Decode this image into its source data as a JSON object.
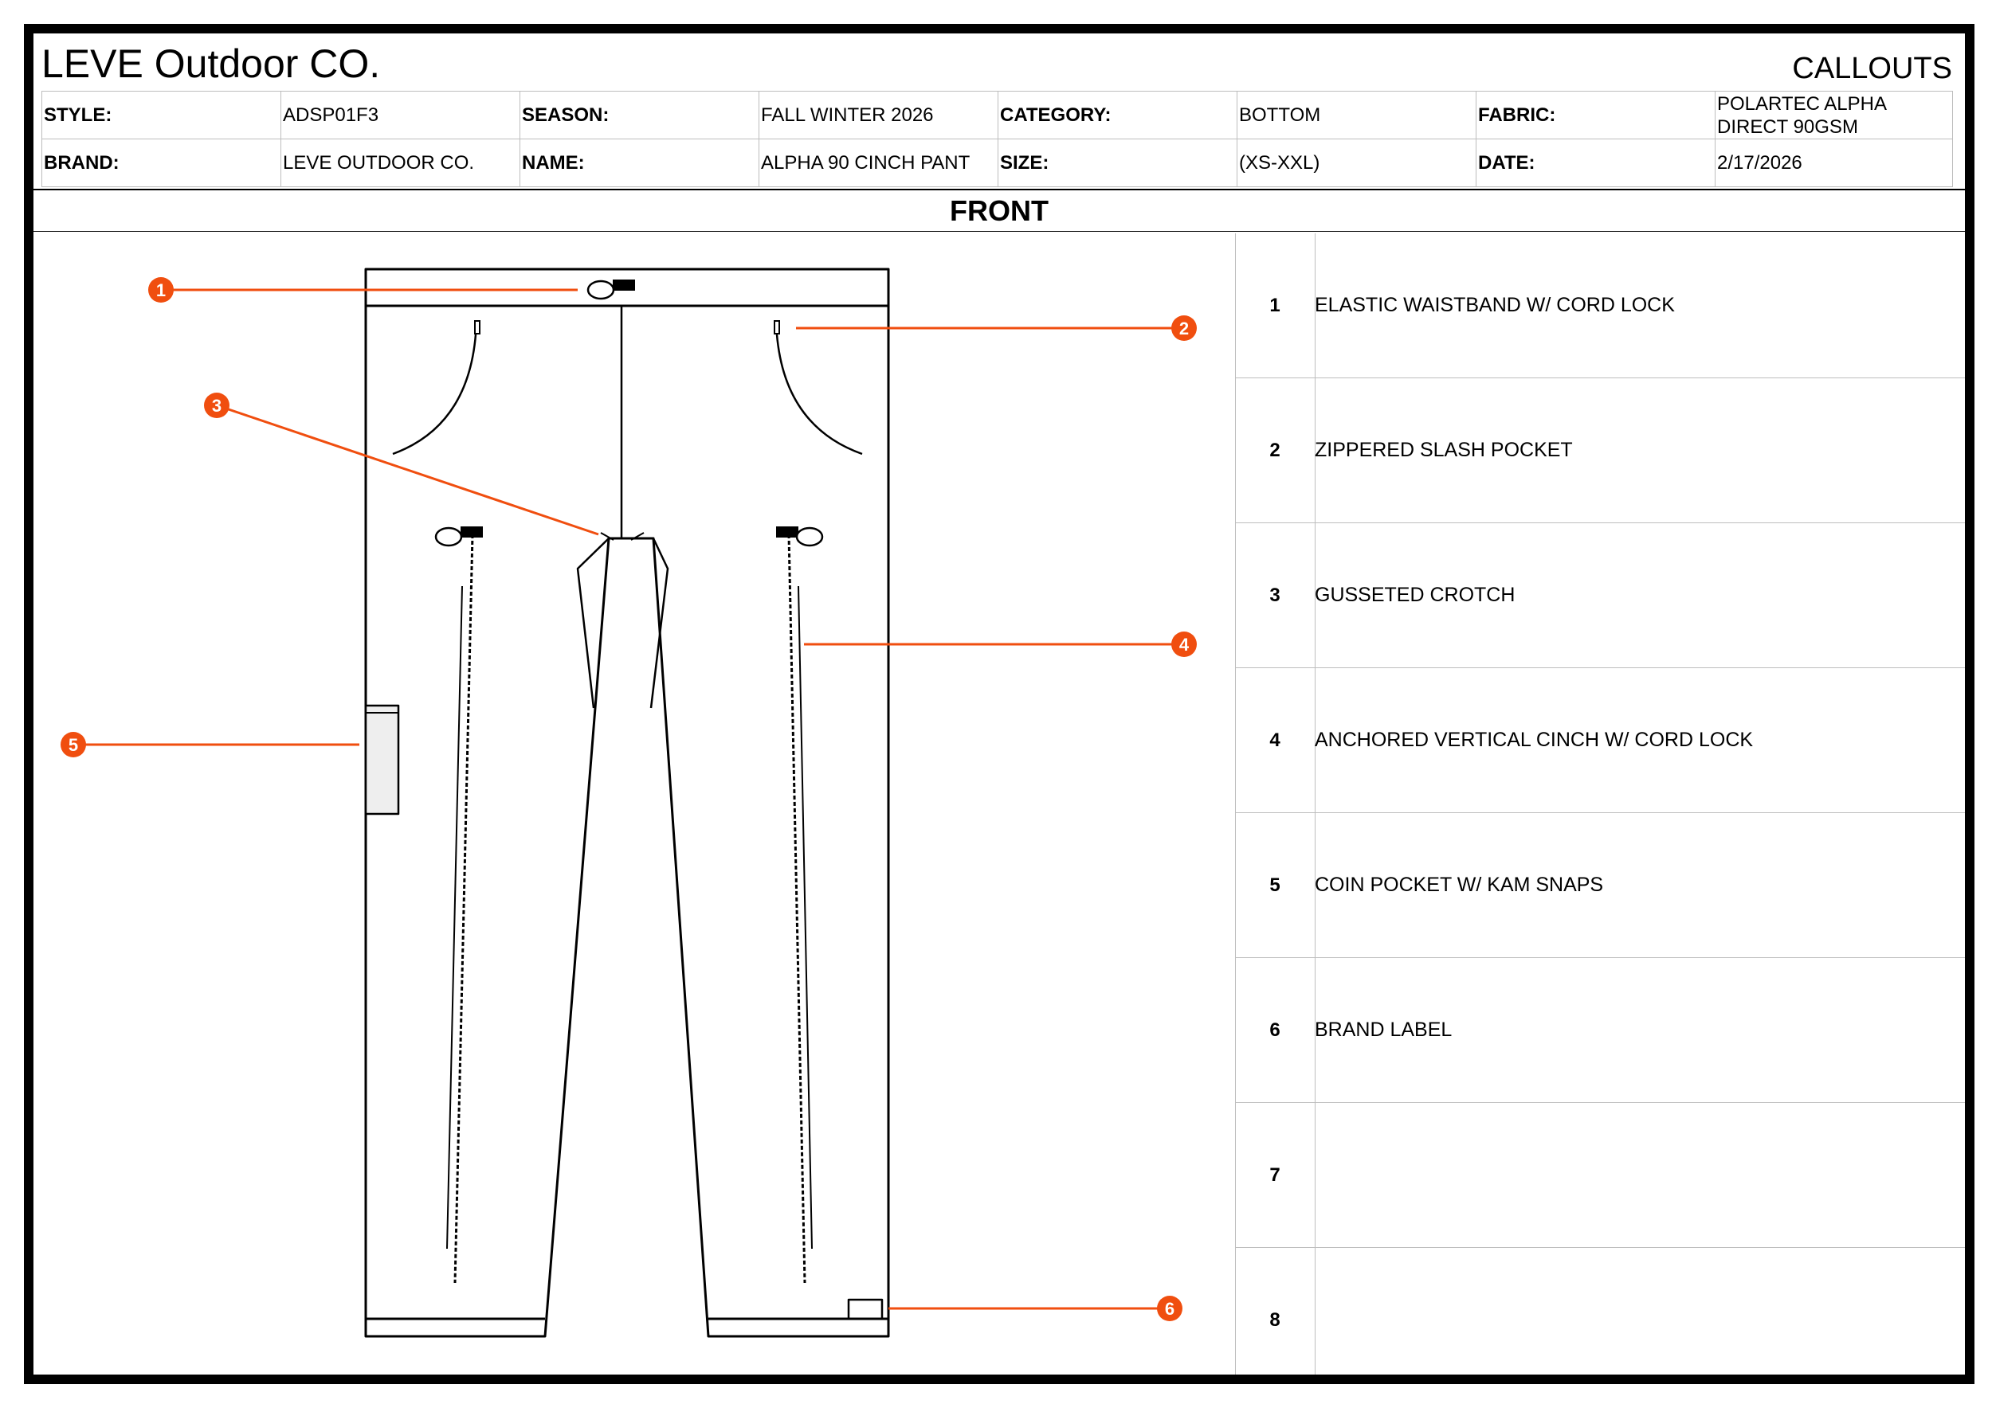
{
  "header": {
    "company": "LEVE Outdoor CO.",
    "callouts_title": "CALLOUTS"
  },
  "info": {
    "row1": [
      {
        "label": "STYLE:",
        "value": "ADSP01F3"
      },
      {
        "label": "SEASON:",
        "value": "FALL WINTER 2026"
      },
      {
        "label": "CATEGORY:",
        "value": "BOTTOM"
      },
      {
        "label": "FABRIC:",
        "value": "POLARTEC ALPHA DIRECT 90GSM"
      }
    ],
    "row2": [
      {
        "label": "BRAND:",
        "value": "LEVE OUTDOOR CO."
      },
      {
        "label": "NAME:",
        "value": "ALPHA 90 CINCH PANT"
      },
      {
        "label": "SIZE:",
        "value": "(XS-XXL)"
      },
      {
        "label": "DATE:",
        "value": "2/17/2026"
      }
    ]
  },
  "view_title": "FRONT",
  "markers": [
    "1",
    "2",
    "3",
    "4",
    "5",
    "6"
  ],
  "callouts": [
    {
      "num": "1",
      "text": "ELASTIC WAISTBAND W/ CORD LOCK"
    },
    {
      "num": "2",
      "text": "ZIPPERED SLASH POCKET"
    },
    {
      "num": "3",
      "text": "GUSSETED CROTCH"
    },
    {
      "num": "4",
      "text": "ANCHORED VERTICAL CINCH W/ CORD LOCK"
    },
    {
      "num": "5",
      "text": "COIN POCKET W/ KAM SNAPS"
    },
    {
      "num": "6",
      "text": "BRAND LABEL"
    },
    {
      "num": "7",
      "text": ""
    },
    {
      "num": "8",
      "text": ""
    }
  ],
  "colors": {
    "callout_accent": "#f04e0f",
    "line": "#000000",
    "grid": "#bdbdbd",
    "pocket_fill": "#eeeeee"
  }
}
